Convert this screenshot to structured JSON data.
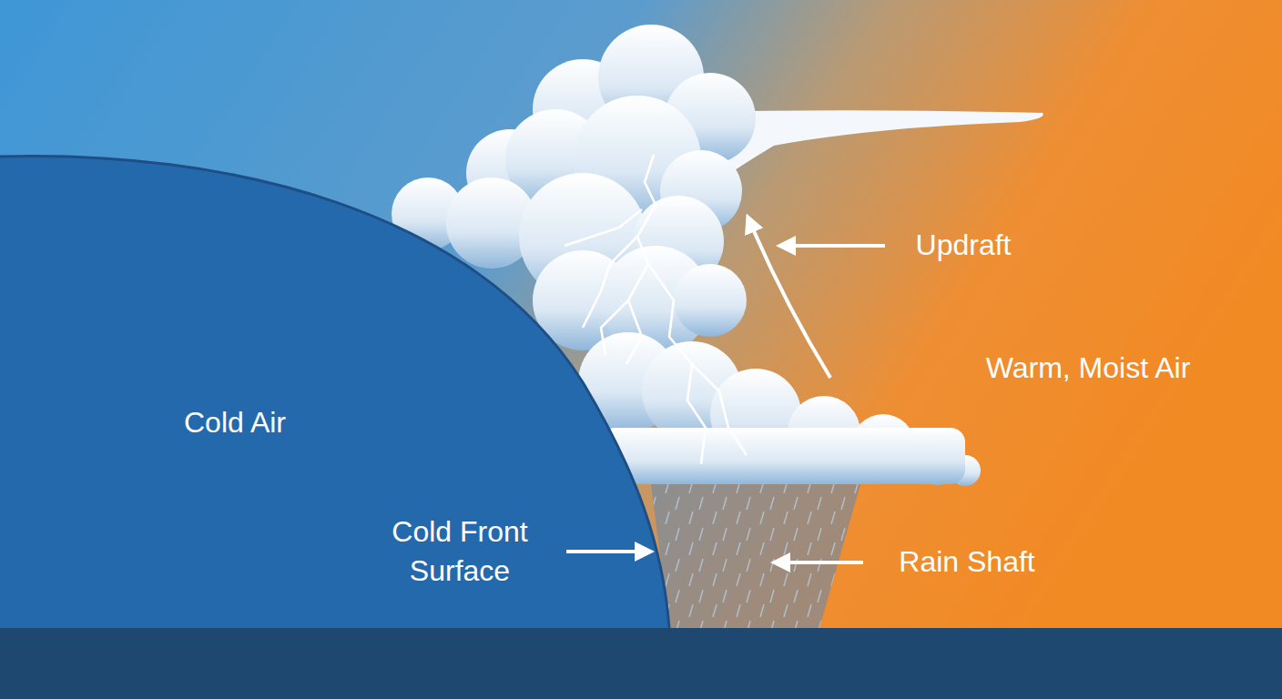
{
  "diagram": {
    "labels": [
      "Cold Air",
      "Warm, Moist Air",
      "Updraft",
      "Cold Front Surface",
      "Rain Shaft"
    ]
  }
}
